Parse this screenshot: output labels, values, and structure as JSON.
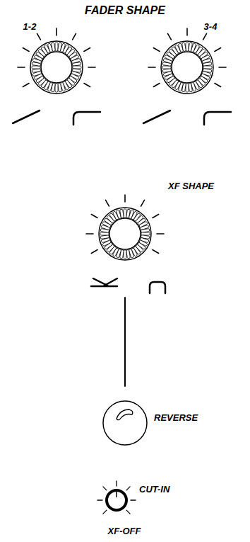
{
  "diagram": {
    "title": "FADER SHAPE",
    "labels": [
      "1-2",
      "3-4",
      "XF SHAPE",
      "REVERSE",
      "CUT-IN",
      "XF-OFF"
    ]
  }
}
